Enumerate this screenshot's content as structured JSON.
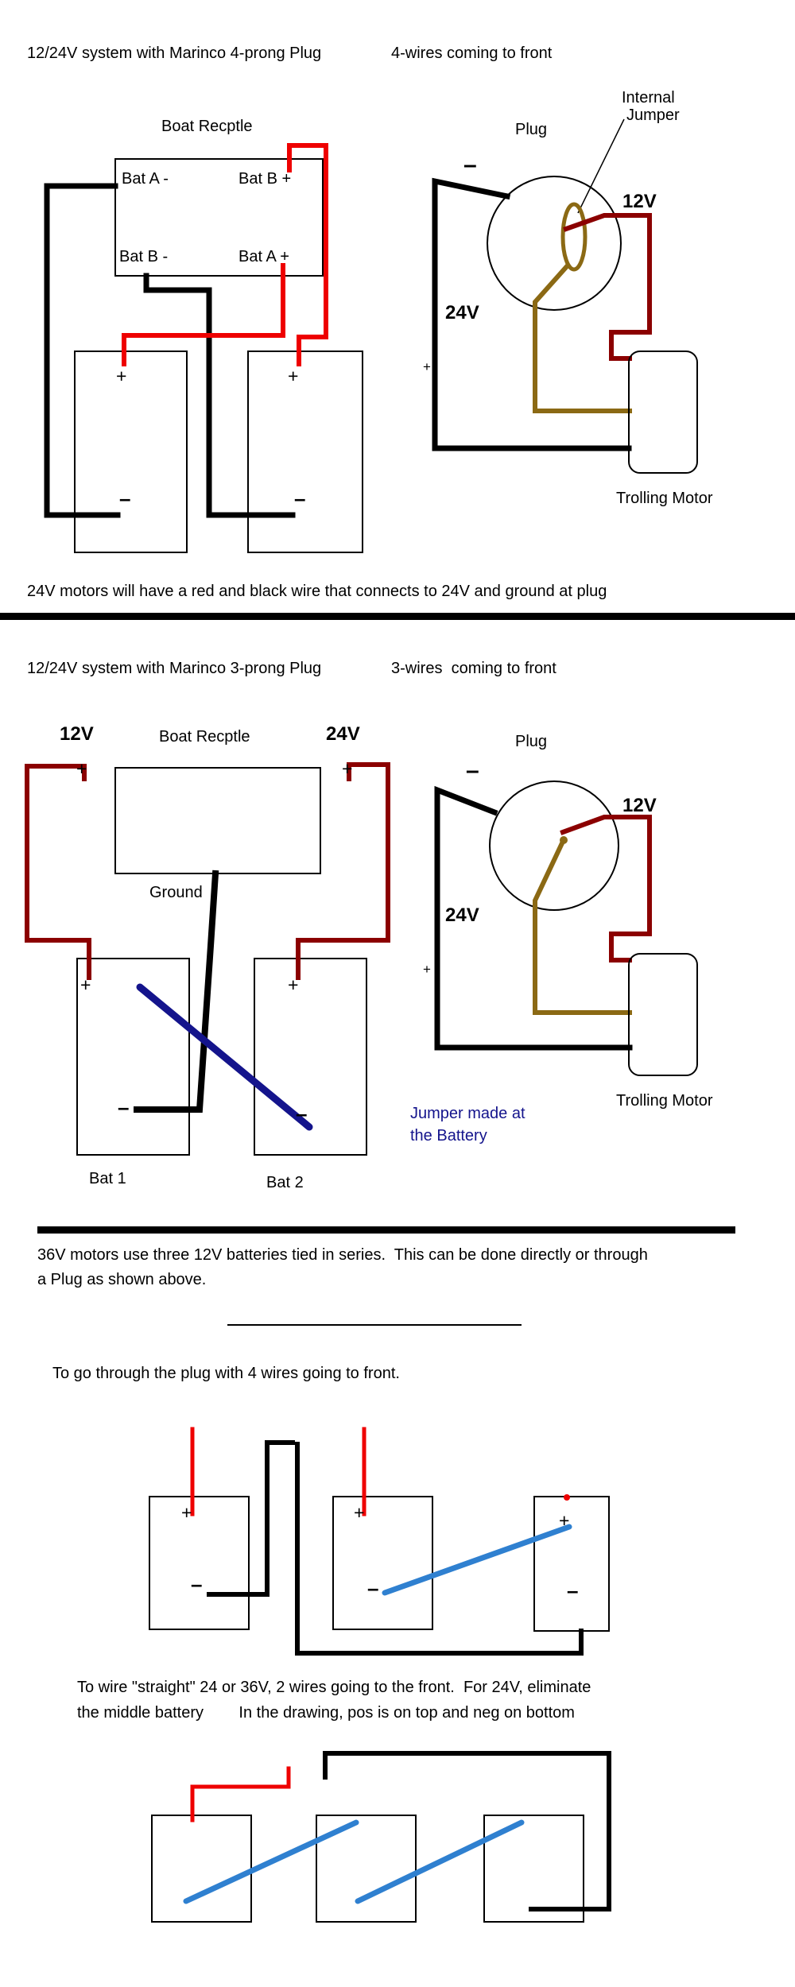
{
  "colors": {
    "wire_red": "#ee0000",
    "wire_dark_red": "#8b0000",
    "wire_black": "#000000",
    "wire_brown": "#8b6914",
    "wire_navy": "#14148c",
    "wire_blue": "#2f80d0"
  },
  "symbols": {
    "plus": "+",
    "minus": "–"
  },
  "section1": {
    "title": "12/24V system with Marinco 4-prong Plug",
    "subtitle": "4-wires coming to front",
    "receptacle": {
      "label": "Boat Recptle",
      "terminal_top_left": "Bat A -",
      "terminal_top_right": "Bat B +",
      "terminal_bottom_left": "Bat B -",
      "terminal_bottom_right": "Bat A +"
    },
    "plug": {
      "label": "Plug",
      "internal_jumper_line1": "Internal",
      "internal_jumper_line2": "Jumper",
      "v12": "12V",
      "v24": "24V"
    },
    "trolling_motor": "Trolling Motor"
  },
  "divider_note": "24V motors will have a red and black wire that connects to 24V and ground at plug",
  "section2": {
    "title": "12/24V system with Marinco 3-prong Plug",
    "subtitle": "3-wires  coming to front",
    "v12": "12V",
    "v24": "24V",
    "receptacle_label": "Boat Recptle",
    "ground_label": "Ground",
    "battery1_label": "Bat 1",
    "battery2_label": "Bat 2",
    "jumper_note_line1": "Jumper made at",
    "jumper_note_line2": "the Battery",
    "plug": {
      "label": "Plug",
      "v12": "12V",
      "v24": "24V"
    },
    "trolling_motor": "Trolling Motor"
  },
  "section3": {
    "note_line1": "36V motors use three 12V batteries tied in series.  This can be done directly or through",
    "note_line2": "a Plug as shown above.",
    "plug_note": "To go through the plug with 4 wires going to front."
  },
  "section4": {
    "note_line1": "To wire \"straight\" 24 or 36V, 2 wires going to the front.  For 24V, eliminate",
    "note_line2": "the middle battery        In the drawing, pos is on top and neg on bottom"
  }
}
